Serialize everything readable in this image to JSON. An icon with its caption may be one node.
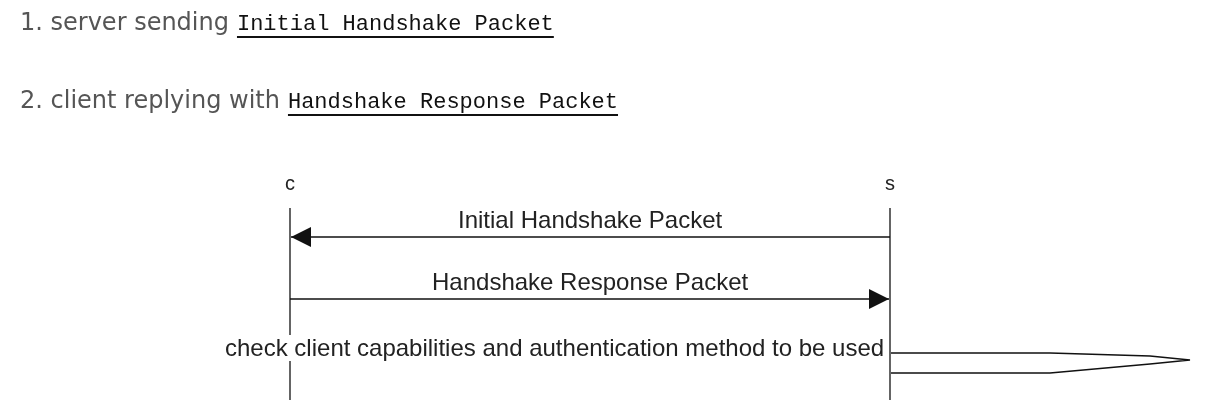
{
  "diagram": {
    "nodes": [
      {
        "text": [
          "c"
        ]
      },
      {
        "text": [
          "s"
        ]
      }
    ],
    "edges": [
      {
        "from": 1,
        "to": 0,
        "arrow": "to",
        "label": "Initial Handshake Packet"
      },
      {
        "from": 0,
        "to": 1,
        "arrow": "to",
        "label": "Handshake Response Packet"
      },
      {
        "from": 1,
        "to": 1,
        "arrow": "none",
        "label": "check client capabilities and authentication method to be used"
      }
    ],
    "labels": [
      "1. server sending",
      "Initial Handshake Packet",
      "2. client replying with",
      "Handshake Response Packet"
    ]
  }
}
